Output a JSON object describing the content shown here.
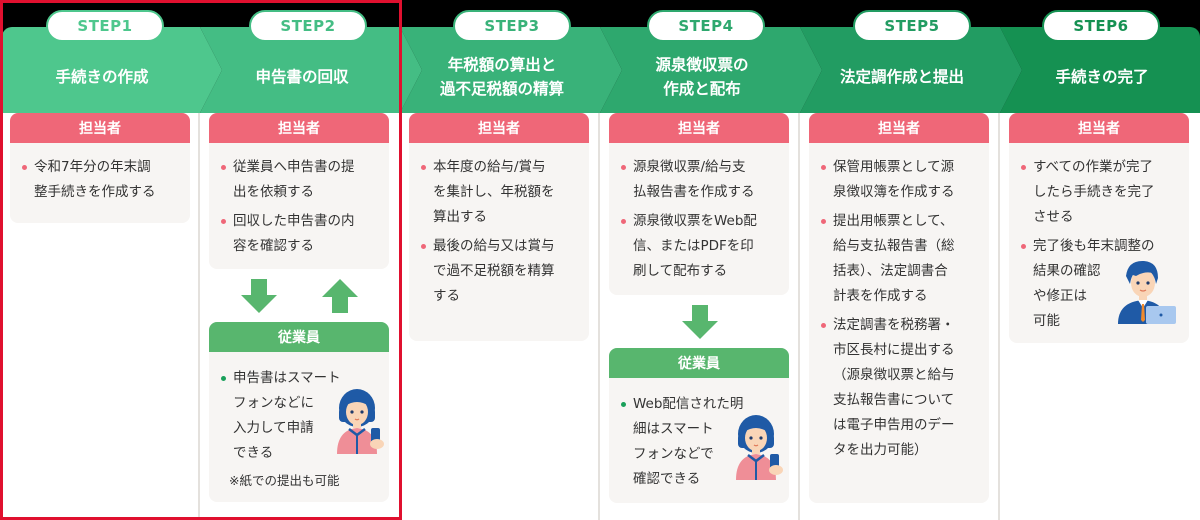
{
  "colors": {
    "seg1": "#4ec78d",
    "seg2": "#44bd84",
    "seg3": "#39b279",
    "seg4": "#2ea86e",
    "seg5": "#229c62",
    "seg6": "#159152",
    "pink": "#ef6778",
    "green_card": "#58b66e",
    "highlight_frame": "#e0102f"
  },
  "steps": [
    {
      "pill": "STEP1",
      "title": [
        "手続きの作成"
      ],
      "owner": {
        "label": "担当者",
        "items": [
          "令和7年分の年末調整手続きを作成する"
        ]
      }
    },
    {
      "pill": "STEP2",
      "title": [
        "申告書の回収"
      ],
      "owner": {
        "label": "担当者",
        "items": [
          "従業員へ申告書の提出を依頼する",
          "回収した申告書の内容を確認する"
        ]
      },
      "employee": {
        "label": "従業員",
        "items": [
          "申告書はスマートフォンなどに入力して申請できる"
        ],
        "note": "※紙での提出も可能"
      }
    },
    {
      "pill": "STEP3",
      "title": [
        "年税額の算出と",
        "過不足税額の精算"
      ],
      "owner": {
        "label": "担当者",
        "items": [
          "本年度の給与/賞与を集計し、年税額を算出する",
          "最後の給与又は賞与で過不足税額を精算する"
        ]
      }
    },
    {
      "pill": "STEP4",
      "title": [
        "源泉徴収票の",
        "作成と配布"
      ],
      "owner": {
        "label": "担当者",
        "items": [
          "源泉徴収票/給与支払報告書を作成する",
          "源泉徴収票をWeb配信、またはPDFを印刷して配布する"
        ]
      },
      "employee": {
        "label": "従業員",
        "items": [
          "Web配信された明細はスマートフォンなどで確認できる"
        ]
      }
    },
    {
      "pill": "STEP5",
      "title": [
        "法定調作成と提出"
      ],
      "owner": {
        "label": "担当者",
        "items": [
          "保管用帳票として源泉徴収簿を作成する",
          "提出用帳票として、給与支払報告書（総括表）、法定調書合計表を作成する",
          "法定調書を税務署・市区長村に提出する（源泉徴収票と給与支払報告書については電子申告用のデータを出力可能）"
        ]
      }
    },
    {
      "pill": "STEP6",
      "title": [
        "手続きの完了"
      ],
      "owner": {
        "label": "担当者",
        "items": [
          "すべての作業が完了したら手続きを完了させる",
          "完了後も年末調整の結果の確認や修正は可能"
        ]
      }
    }
  ],
  "lines": {
    "s1_o0": [
      "令和7年分の年末調",
      "整手続きを作成する"
    ],
    "s2_o0": [
      "従業員へ申告書の提",
      "出を依頼する"
    ],
    "s2_o1": [
      "回収した申告書の内",
      "容を確認する"
    ],
    "s2_e0": [
      "申告書はスマート",
      "フォンなどに",
      "入力して申請",
      "できる"
    ],
    "s3_o0": [
      "本年度の給与/賞与",
      "を集計し、年税額を",
      "算出する"
    ],
    "s3_o1": [
      "最後の給与又は賞与",
      "で過不足税額を精算",
      "する"
    ],
    "s4_o0": [
      "源泉徴収票/給与支",
      "払報告書を作成する"
    ],
    "s4_o1": [
      "源泉徴収票をWeb配",
      "信、またはPDFを印",
      "刷して配布する"
    ],
    "s4_e0": [
      "Web配信された明",
      "細はスマート",
      "フォンなどで",
      "確認できる"
    ],
    "s5_o0": [
      "保管用帳票として源",
      "泉徴収簿を作成する"
    ],
    "s5_o1": [
      "提出用帳票として、",
      "給与支払報告書（総",
      "括表）、法定調書合",
      "計表を作成する"
    ],
    "s5_o2": [
      "法定調書を税務署・",
      "市区長村に提出する",
      "（源泉徴収票と給与",
      "支払報告書について",
      "は電子申告用のデー",
      "タを出力可能）"
    ],
    "s6_o0": [
      "すべての作業が完了",
      "したら手続きを完了",
      "させる"
    ],
    "s6_o1": [
      "完了後も年末調整の",
      "結果の確認",
      "や修正は",
      "可能"
    ]
  }
}
